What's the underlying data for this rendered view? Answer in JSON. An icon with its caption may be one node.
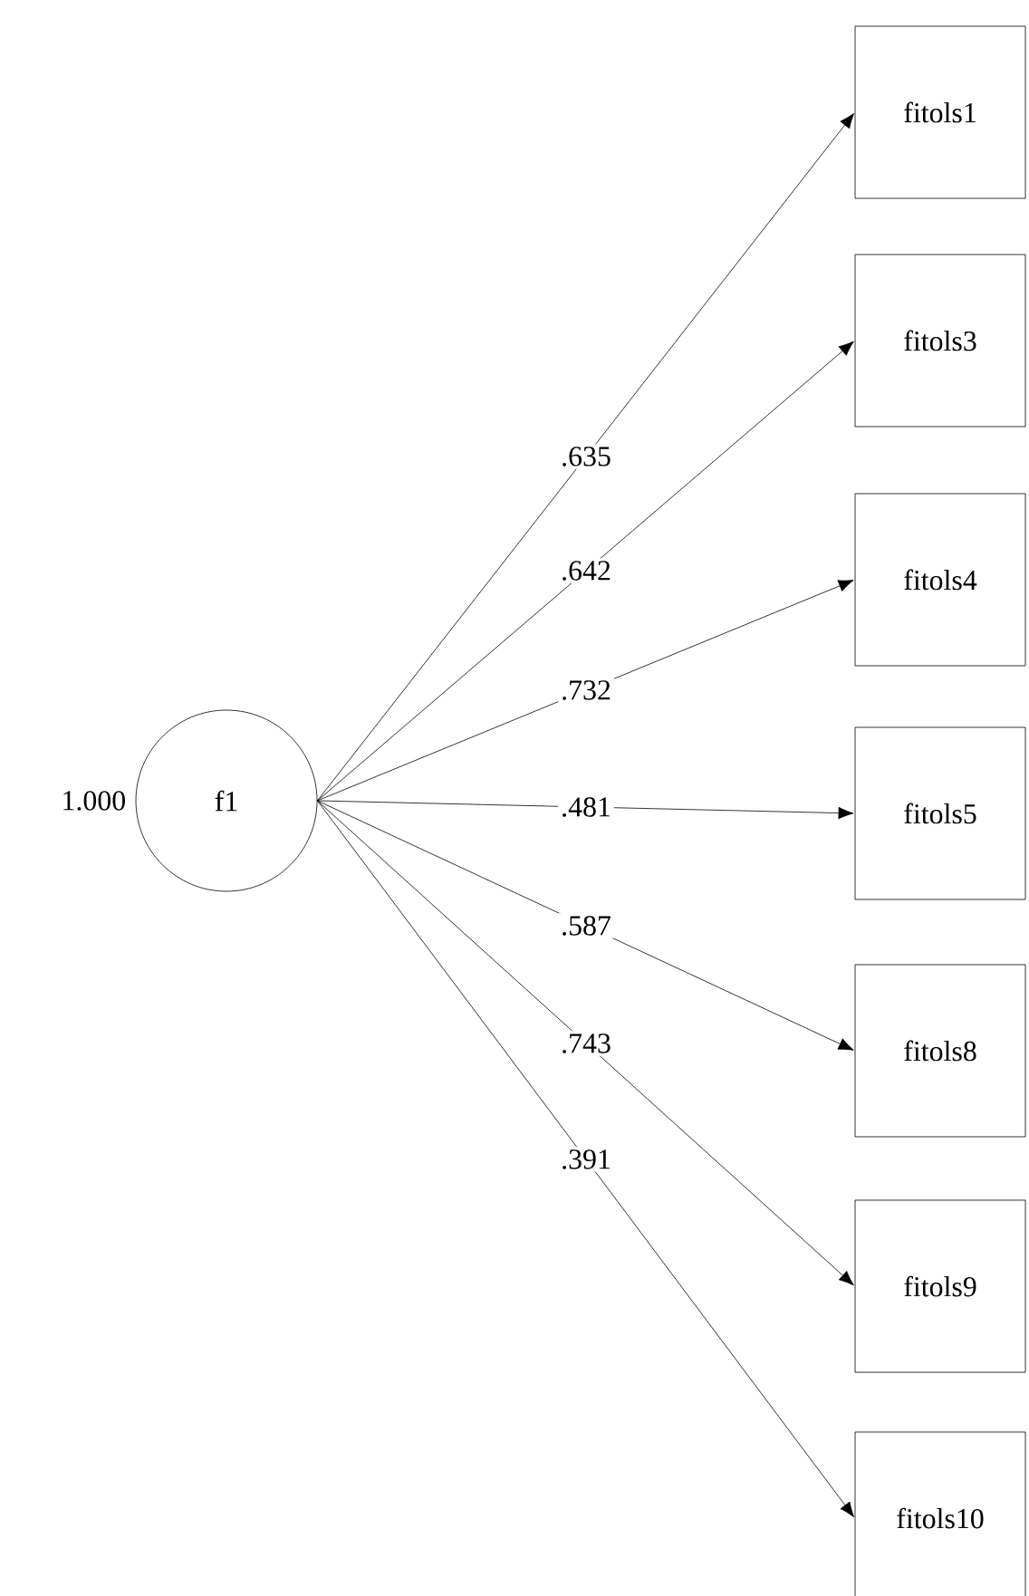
{
  "diagram": {
    "nodes": [
      {
        "text": [
          "f1"
        ],
        "beside": [
          "1.000"
        ]
      },
      {
        "text": [
          "fitols1"
        ]
      },
      {
        "text": [
          "fitols3"
        ]
      },
      {
        "text": [
          "fitols4"
        ]
      },
      {
        "text": [
          "fitols5"
        ]
      },
      {
        "text": [
          "fitols8"
        ]
      },
      {
        "text": [
          "fitols9"
        ]
      },
      {
        "text": [
          "fitols10"
        ]
      }
    ],
    "edges": [
      {
        "from": 0,
        "to": 1,
        "arrow": "to",
        "label": ".635"
      },
      {
        "from": 0,
        "to": 2,
        "arrow": "to",
        "label": ".642"
      },
      {
        "from": 0,
        "to": 3,
        "arrow": "to",
        "label": ".732"
      },
      {
        "from": 0,
        "to": 4,
        "arrow": "to",
        "label": ".481"
      },
      {
        "from": 0,
        "to": 5,
        "arrow": "to",
        "label": ".587"
      },
      {
        "from": 0,
        "to": 6,
        "arrow": "to",
        "label": ".743"
      },
      {
        "from": 0,
        "to": 7,
        "arrow": "to",
        "label": ".391"
      }
    ]
  }
}
